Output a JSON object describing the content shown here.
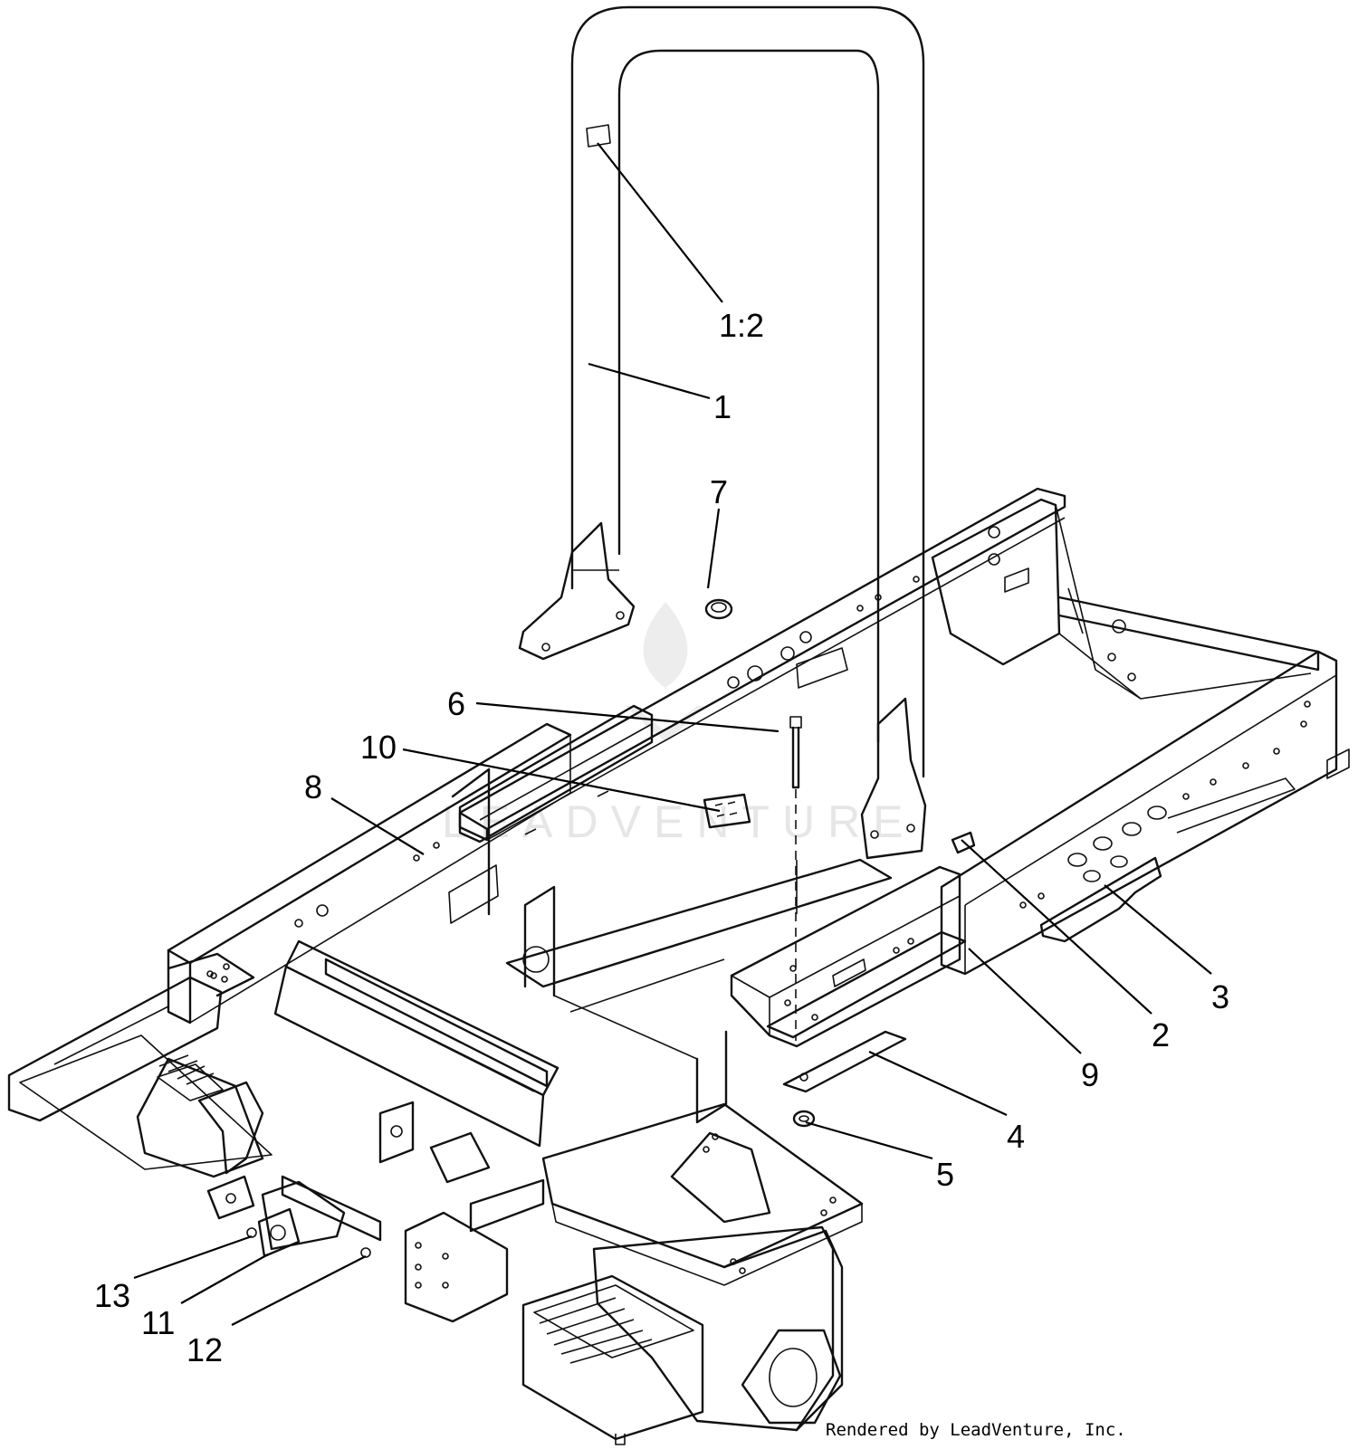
{
  "watermark": "LEADVENTURE",
  "credit": "Rendered by LeadVenture, Inc.",
  "callouts": [
    {
      "id": "1-2",
      "label": "1:2"
    },
    {
      "id": "1",
      "label": "1"
    },
    {
      "id": "7",
      "label": "7"
    },
    {
      "id": "6",
      "label": "6"
    },
    {
      "id": "10",
      "label": "10"
    },
    {
      "id": "8",
      "label": "8"
    },
    {
      "id": "3",
      "label": "3"
    },
    {
      "id": "2",
      "label": "2"
    },
    {
      "id": "9",
      "label": "9"
    },
    {
      "id": "4",
      "label": "4"
    },
    {
      "id": "5",
      "label": "5"
    },
    {
      "id": "13",
      "label": "13"
    },
    {
      "id": "11",
      "label": "11"
    },
    {
      "id": "12",
      "label": "12"
    }
  ]
}
